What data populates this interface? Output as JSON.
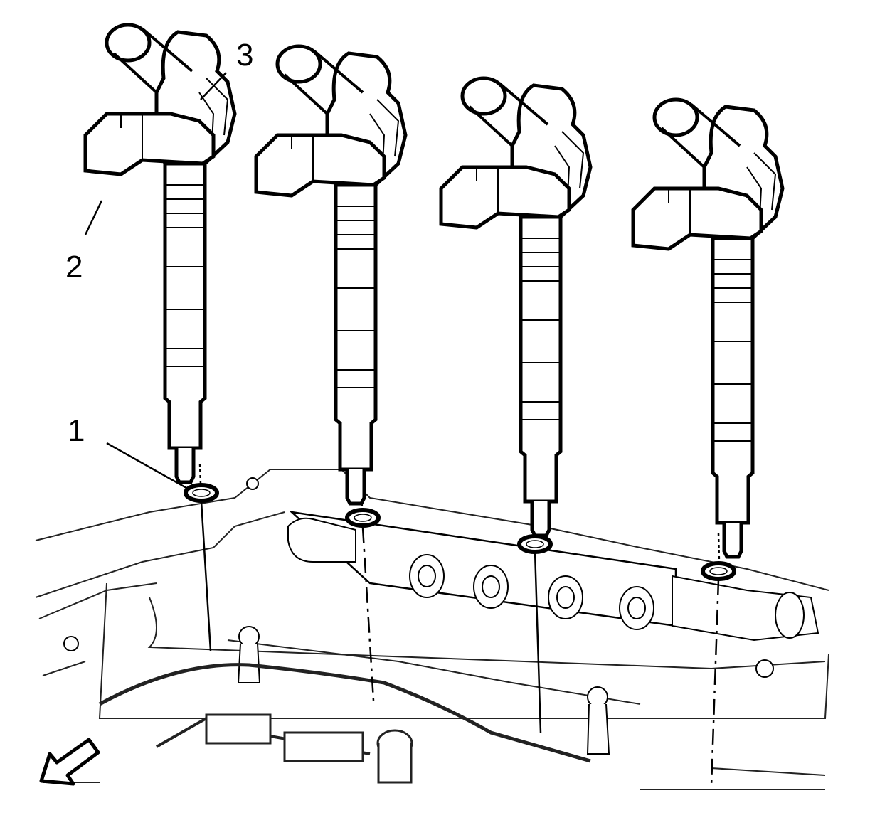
{
  "callouts": [
    {
      "id": "1",
      "label": "1"
    },
    {
      "id": "2",
      "label": "2"
    },
    {
      "id": "3",
      "label": "3"
    }
  ],
  "colors": {
    "line": "#000000",
    "background": "#ffffff",
    "engine_line": "#222222"
  },
  "icons": {
    "direction_arrow": "front-direction-arrow-icon"
  }
}
